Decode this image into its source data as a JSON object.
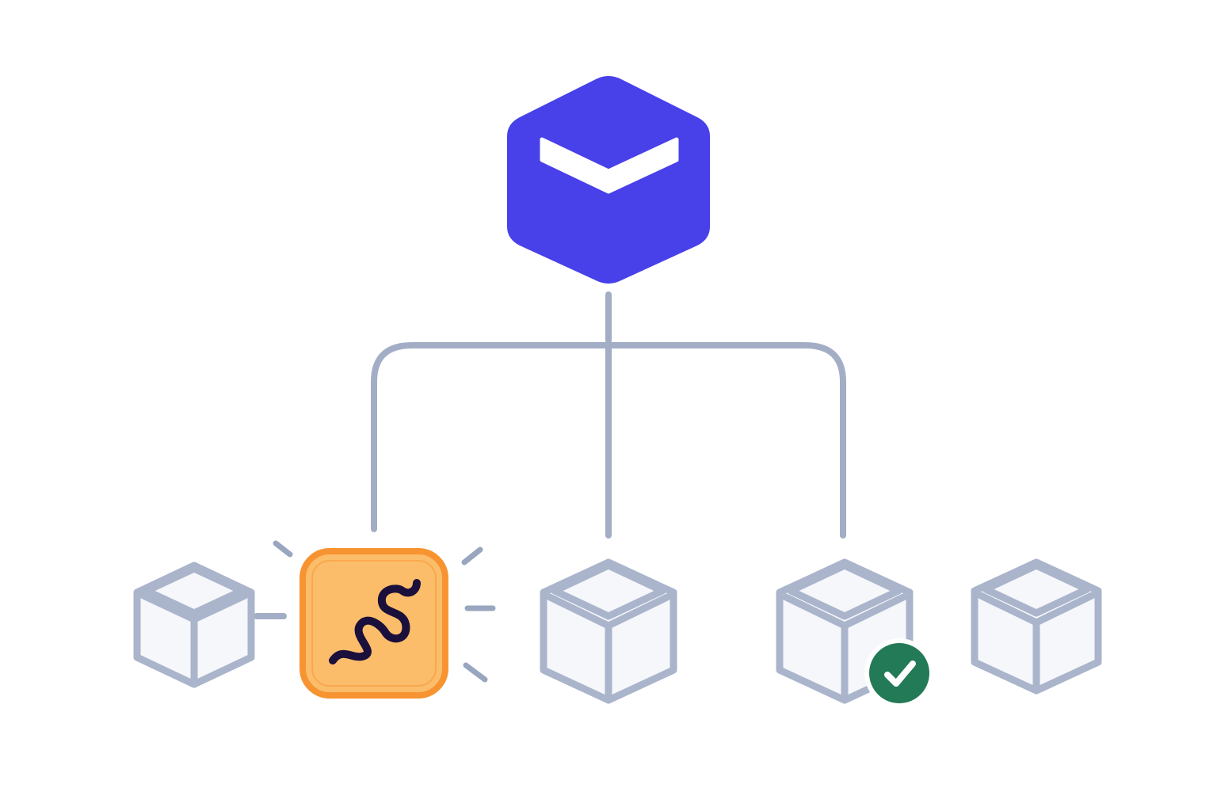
{
  "colors": {
    "root_fill": "#4840e8",
    "root_chevron": "#ffffff",
    "connector": "#a3aec6",
    "cube_fill": "#f6f7fb",
    "cube_stroke": "#aab5cc",
    "alert_fill": "#fbbd6a",
    "alert_border": "#f79431",
    "alert_glyph": "#1b0f3b",
    "check_fill": "#237a56",
    "check_mark": "#ffffff"
  },
  "diagram": {
    "root": {
      "icon": "chevron-down-icon",
      "shape": "hexagon"
    },
    "children": [
      {
        "id": "node-1",
        "icon": "cube-icon",
        "status": "default"
      },
      {
        "id": "node-2",
        "icon": "squiggle-icon",
        "status": "alert"
      },
      {
        "id": "node-3",
        "icon": "cube-icon",
        "status": "default"
      },
      {
        "id": "node-4",
        "icon": "cube-icon",
        "status": "verified",
        "badge_icon": "checkmark-icon"
      },
      {
        "id": "node-5",
        "icon": "cube-icon",
        "status": "default"
      }
    ]
  }
}
